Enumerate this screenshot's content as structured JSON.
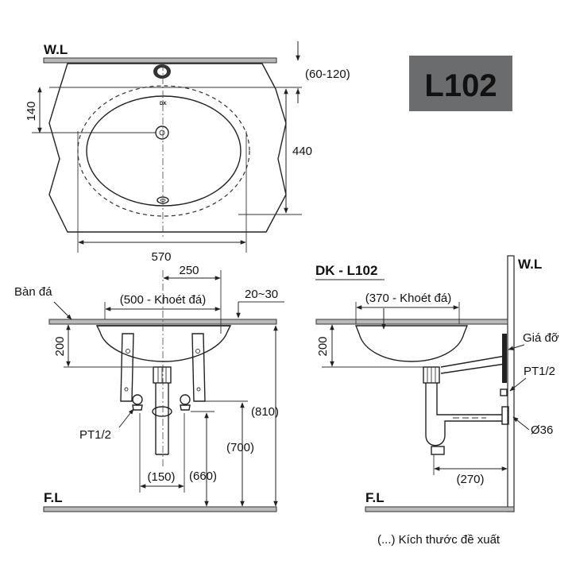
{
  "model_badge": {
    "text": "L102",
    "bg": "#6b6c6e",
    "fg": "#ffffff"
  },
  "top_view": {
    "wl": "W.L",
    "dim_faucet": "(60-120)",
    "dim_140": "140",
    "dim_440": "440",
    "dim_570": "570",
    "brand_mark": "DK"
  },
  "front_view": {
    "counter": "Bàn đá",
    "dim_250": "250",
    "dim_cutout": "(500 - Khoét đá)",
    "dim_thickness": "20~30",
    "dim_200": "200",
    "pt": "PT1/2",
    "dim_150": "(150)",
    "dim_660": "(660)",
    "dim_700": "(700)",
    "dim_810": "(810)",
    "fl": "F.L"
  },
  "side_view": {
    "title": "DK - L102",
    "wl": "W.L",
    "dim_cutout": "(370 - Khoét đá)",
    "dim_200": "200",
    "bracket": "Giá đỡ",
    "pt": "PT1/2",
    "pipe": "Ø36",
    "dim_270": "(270)",
    "fl": "F.L"
  },
  "footnote": "(...) Kích thước đề xuất"
}
